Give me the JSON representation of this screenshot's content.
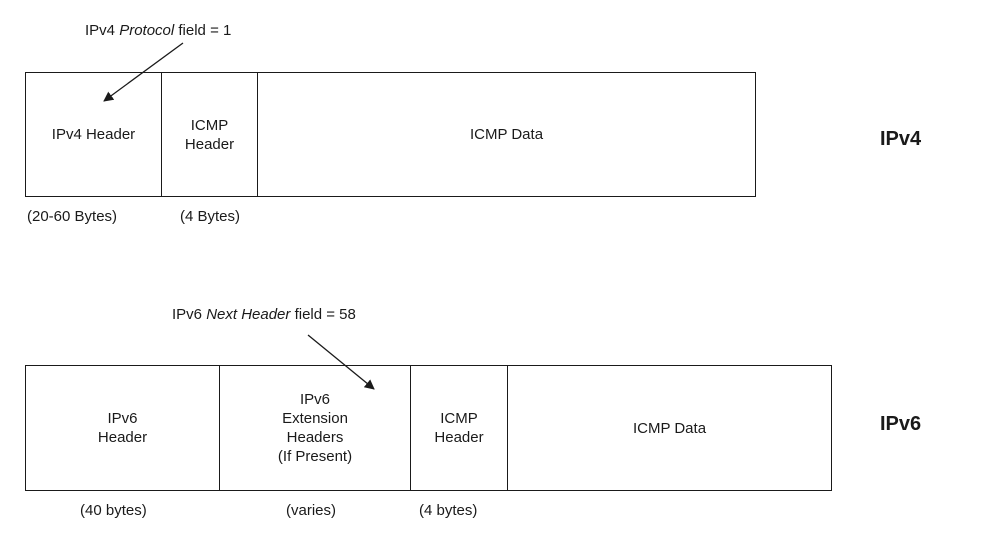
{
  "ipv4": {
    "annotation": {
      "prefix": "IPv4 ",
      "field": "Protocol",
      "suffix": " field = 1"
    },
    "cells": [
      {
        "label": "IPv4 Header"
      },
      {
        "label": "ICMP\nHeader"
      },
      {
        "label": "ICMP Data"
      }
    ],
    "sizes": [
      "(20-60 Bytes)",
      "(4 Bytes)"
    ],
    "version_label": "IPv4"
  },
  "ipv6": {
    "annotation": {
      "prefix": "IPv6 ",
      "field": "Next Header",
      "suffix": " field = 58"
    },
    "cells": [
      {
        "label": "IPv6\nHeader"
      },
      {
        "label": "IPv6\nExtension\nHeaders\n(If Present)"
      },
      {
        "label": "ICMP\nHeader"
      },
      {
        "label": "ICMP Data"
      }
    ],
    "sizes": [
      "(40 bytes)",
      "(varies)",
      "(4 bytes)"
    ],
    "version_label": "IPv6"
  }
}
